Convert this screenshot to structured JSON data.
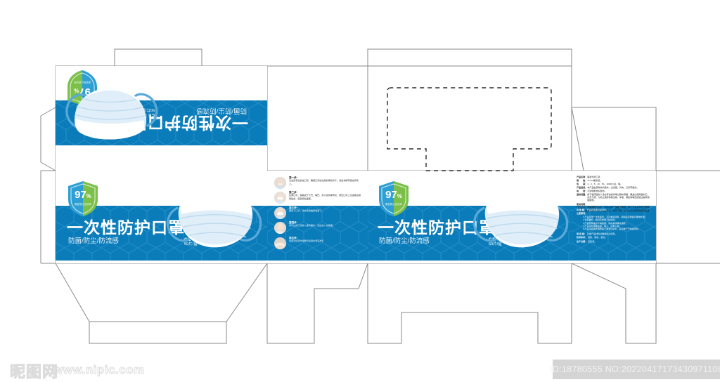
{
  "document": {
    "kind": "packaging-dieline-artwork",
    "watermark_logo": "昵图网",
    "watermark_url": "www.nipic.com",
    "id_badge": "ID:18780555 NO:20220417173430971106"
  },
  "colors": {
    "brand_blue": "#0b7cba",
    "hex_pattern": "#1f8cc6",
    "shield_blue": "#2e9fd4",
    "shield_green": "#7cc04a",
    "dieline": "#8a8a8a",
    "mask_body": "#eaf4fb",
    "mask_edge": "#3f9fd4",
    "watermark_grey": "#dcdcdc",
    "badge_grey": "#d4d4d4"
  },
  "front_panel": {
    "title": "一次性防护口罩",
    "subtitle": "防菌/防尘/防流感",
    "ce_mark": "CE",
    "ce_symbol": "Ⓔ",
    "pack_count": "50片/盒",
    "badge": {
      "value": "97",
      "unit": "%",
      "caption": "颗粒物过滤效率"
    }
  },
  "back_panel": {
    "title": "一次性防护口罩",
    "subtitle": "防菌/防尘/防流感",
    "ce_mark": "CE",
    "ce_symbol": "Ⓔ",
    "pack_count": "50片/盒",
    "badge": {
      "value": "97",
      "unit": "%",
      "caption": "颗粒物过滤效率"
    }
  },
  "top_panel": {
    "title": "一次性防护口罩",
    "subtitle": "防菌/防尘/防流感",
    "ce_mark": "CE",
    "ce_symbol": "Ⓔ",
    "pack_count": "50片/盒",
    "badge": {
      "value": "97",
      "unit": "%",
      "caption": "颗粒物过滤效率"
    }
  },
  "instructions": {
    "steps": [
      {
        "title": "第一步:",
        "body": "清洁双手后拿住口罩，确保口罩遮住您的嘴和鼻子，然后将绑带挂在耳朵上。"
      },
      {
        "title": "第二步:",
        "body": "拉伸口罩，使其遮于下巴、嘴巴、鼻子至鼻梁骨处，按压口罩上沿金属边缘使贴合，使其紧贴面部。"
      },
      {
        "title": "第三步:",
        "body": "要取下口罩，请勿直接触摸前面了。"
      },
      {
        "title": "第四步:",
        "body": "将可以的口罩放入废料桶中，然后放入垃圾桶。"
      },
      {
        "title": "第五步:",
        "body": "在需立即及时用肥皂和温水彻底洗手"
      }
    ]
  },
  "specifications": {
    "rows": [
      {
        "key": "产品名称：",
        "value": "医用外科口罩"
      },
      {
        "key": "规　　格：",
        "value": "17*9.5厘米型。"
      },
      {
        "key": "包　　装：",
        "value": "1、2、5、10、50、1000片/盒、袋。"
      },
      {
        "key": "产品组成：",
        "value": "本产品由亲肤非织造布、过滤层、鼻夹、口罩带组成。"
      },
      {
        "key": "用　　途：",
        "value": "不透明类非织造布。"
      },
      {
        "key": "适用范围：",
        "value": "用于临床医务人员在有创操作等过程中佩戴，覆盖住使用者的口、鼻及下颌，为防止病原体微生物、体液、颗粒物等直接透过提供物理屏障。"
      }
    ],
    "usage_title": "使用说明：",
    "usage_text": "打开口罩，将皱褶部分向外，有鼻夹的一面贴于面部，将口罩带夹夹套于两耳后，上下拉开皱褶，使口罩覆盖住口、鼻及下颌，将鼻夹沿鼻梁两侧按压贴合面部。",
    "validity_title": "有 效 期：",
    "validity_text": "产品自灭菌日起两年。",
    "notes_title": "注意事项：",
    "notes": [
      "1.产品仅限一次性使用，不可重复使用，使用后应按医疗废物处理；",
      "2.包装破损、超过有效期不得使用；",
      "3.产品若有破损不得使用，请在有效期内使用；",
      "4.产品请勿接触高温、明火，远离火源；",
      "5.产品请避免长期暴露于潮湿环境中，应存放于干燥通风处。"
    ],
    "contra_title": "禁 忌 症：",
    "contra_text": "对本产品材料过敏者禁止使用。",
    "storage_title": "贮存条件：",
    "storage_text": "密封、阴凉、避光。",
    "manufacture_title": "生产日期：",
    "manufacture_text": "见包装。"
  }
}
